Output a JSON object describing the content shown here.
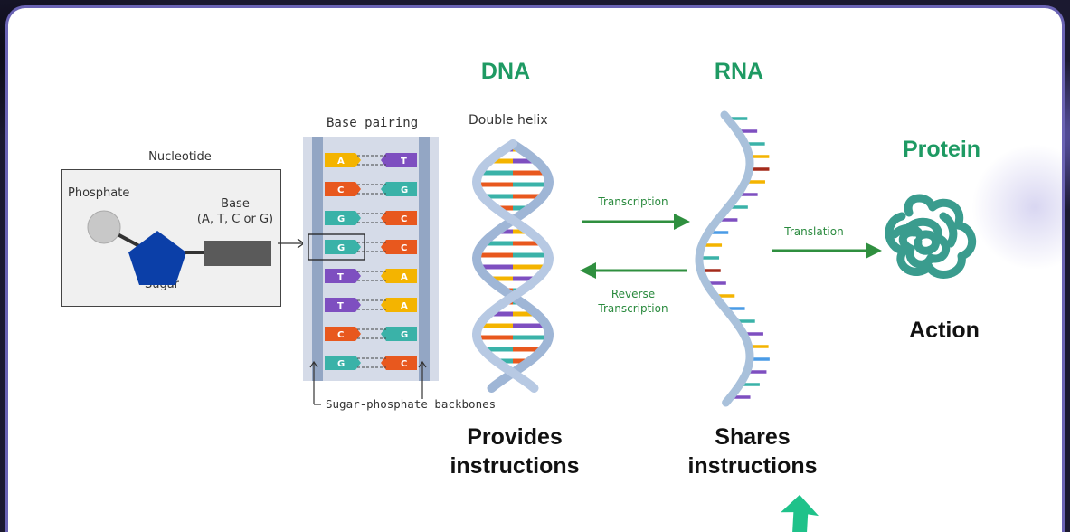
{
  "headings": {
    "dna": "DNA",
    "rna": "RNA",
    "protein": "Protein"
  },
  "nucleotide": {
    "title": "Nucleotide",
    "phosphate": "Phosphate",
    "base": "Base\n(A, T, C or G)",
    "sugar": "Sugar"
  },
  "base_pairing": {
    "title": "Base pairing",
    "backbones": "Sugar-phosphate backbones",
    "pairs": [
      {
        "left": "A",
        "right": "T"
      },
      {
        "left": "C",
        "right": "G"
      },
      {
        "left": "G",
        "right": "C"
      },
      {
        "left": "G",
        "right": "C"
      },
      {
        "left": "T",
        "right": "A"
      },
      {
        "left": "T",
        "right": "A"
      },
      {
        "left": "C",
        "right": "G"
      },
      {
        "left": "G",
        "right": "C"
      }
    ]
  },
  "helix": {
    "title": "Double helix"
  },
  "arrows": {
    "transcription": "Transcription",
    "reverse_transcription": "Reverse\nTranscription",
    "translation": "Translation"
  },
  "roles": {
    "dna": "Provides\ninstructions",
    "rna": "Shares\ninstructions",
    "protein": "Action"
  },
  "colors": {
    "A": "#f4b400",
    "T": "#7e4fc0",
    "C": "#e8581e",
    "G": "#3ab2a8",
    "heading_green": "#1e9a63",
    "arrow_green": "#2f8f3f",
    "protein_teal": "#3a9c8e",
    "sugar_blue": "#0b3fa8",
    "card_border": "#6a63b4",
    "cursor_arrow": "#1fc28a"
  },
  "icons": [
    "protein-blob-icon",
    "cursor-arrow-icon",
    "pentagon-sugar-icon"
  ]
}
